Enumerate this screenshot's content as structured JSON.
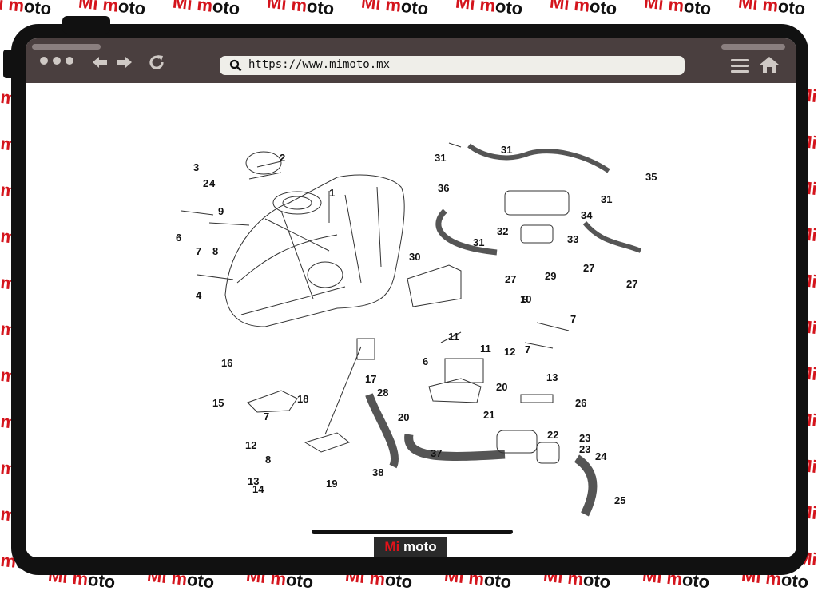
{
  "watermark": {
    "part1": "Mi",
    "part2": "moto"
  },
  "browser": {
    "url": "https://www.mimoto.mx"
  },
  "icons": [
    "search-icon",
    "back-arrow-icon",
    "forward-arrow-icon",
    "reload-icon",
    "menu-icon",
    "home-icon"
  ],
  "diagram": {
    "labels": [
      "1",
      "2",
      "2",
      "3",
      "4",
      "4",
      "6",
      "6",
      "7",
      "7",
      "7",
      "7",
      "8",
      "8",
      "9",
      "9",
      "10",
      "11",
      "11",
      "12",
      "12",
      "13",
      "13",
      "14",
      "15",
      "16",
      "17",
      "18",
      "19",
      "20",
      "20",
      "21",
      "22",
      "23",
      "23",
      "24",
      "25",
      "26",
      "27",
      "27",
      "27",
      "28",
      "29",
      "30",
      "31",
      "31",
      "31",
      "31",
      "32",
      "33",
      "34",
      "35",
      "36",
      "37",
      "38"
    ]
  },
  "footer": {
    "brand_part1": "Mi",
    "brand_part2": "moto"
  },
  "colors": {
    "brand_red": "#d4141c",
    "bar": "#4a3f3f",
    "frame": "#111111"
  }
}
